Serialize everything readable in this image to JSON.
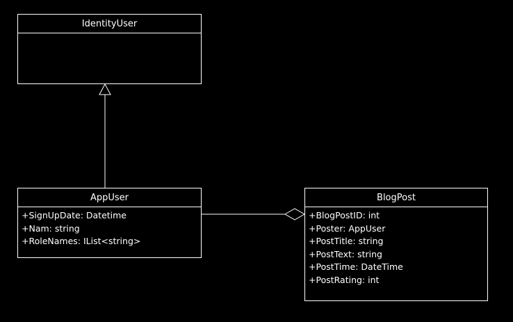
{
  "classes": {
    "identity_user": {
      "name": "IdentityUser",
      "attributes": []
    },
    "app_user": {
      "name": "AppUser",
      "attributes": [
        "+SignUpDate: Datetime",
        "+Nam: string",
        "+RoleNames: IList<string>"
      ]
    },
    "blog_post": {
      "name": "BlogPost",
      "attributes": [
        "+BlogPostID: int",
        "+Poster: AppUser",
        "+PostTitle: string",
        "+PostText: string",
        "+PostTime: DateTime",
        "+PostRating: int"
      ]
    }
  },
  "relationships": [
    {
      "type": "generalization",
      "from": "AppUser",
      "to": "IdentityUser"
    },
    {
      "type": "aggregation",
      "from": "AppUser",
      "to": "BlogPost"
    }
  ],
  "colors": {
    "background": "#000000",
    "foreground": "#ffffff"
  }
}
